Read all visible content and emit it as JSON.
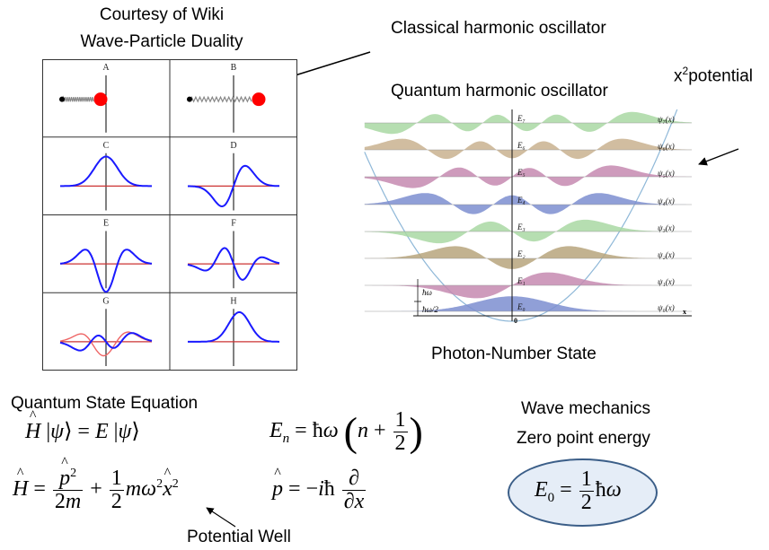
{
  "credit": {
    "line1": "Courtesy of Wiki",
    "line2": "Wave-Particle Duality"
  },
  "labels": {
    "classical": "Classical harmonic oscillator",
    "quantum": "Quantum harmonic oscillator",
    "x2_base": "x",
    "x2_sup": "2",
    "x2_rest": "potential",
    "photon": "Photon-Number State",
    "qse": "Quantum State Equation",
    "potential_well": "Potential Well",
    "wave_mech": "Wave mechanics",
    "zero_point": "Zero point energy"
  },
  "panels": [
    "A",
    "B",
    "C",
    "D",
    "E",
    "F",
    "G",
    "H"
  ],
  "energy_labels": [
    "E₇",
    "E₆",
    "E₅",
    "E₄",
    "E₃",
    "E₂",
    "E₁",
    "E₀"
  ],
  "psi_labels": [
    "ψ₇(x)",
    "ψ₆(x)",
    "ψ₅(x)",
    "ψ₄(x)",
    "ψ₃(x)",
    "ψ₂(x)",
    "ψ₁(x)",
    "ψ₀(x)"
  ],
  "axis": {
    "hw": "ħω",
    "hw2": "ħω/2",
    "origin": "0",
    "x": "x"
  },
  "colors": {
    "wave_blue": "#1a1aff",
    "wave_red": "#ee6666",
    "ball_red": "#ff0000",
    "level_fills": [
      "#a9d8a3",
      "#c9b18f",
      "#c68ab0",
      "#7c8ed0",
      "#a9d8a3",
      "#b7a57c",
      "#c68ab0",
      "#7c8ed0"
    ],
    "parabola": "#8fb8d8",
    "ellipse_fill": "#e5edf7",
    "ellipse_stroke": "#3b5e88"
  }
}
